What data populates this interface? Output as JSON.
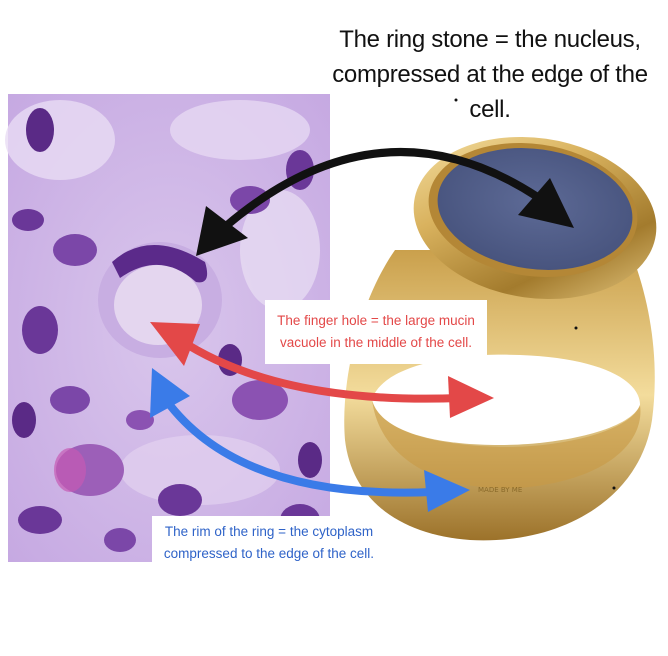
{
  "captions": {
    "nucleus": "The ring stone = the nucleus, compressed at the edge of the cell.",
    "vacuole": "The finger hole = the large mucin vacuole in the middle of the cell.",
    "cytoplasm": "The rim of the ring = the cytoplasm compressed to the edge of the cell."
  },
  "ring_engraving": "MADE BY ME",
  "colors": {
    "nucleus_arrow": "#111111",
    "vacuole_arrow": "#e34848",
    "cytoplasm_arrow": "#3a7be8",
    "gold": "#d9b25e",
    "stone": "#4e5a86",
    "stain_purple": "#8a55b8"
  }
}
